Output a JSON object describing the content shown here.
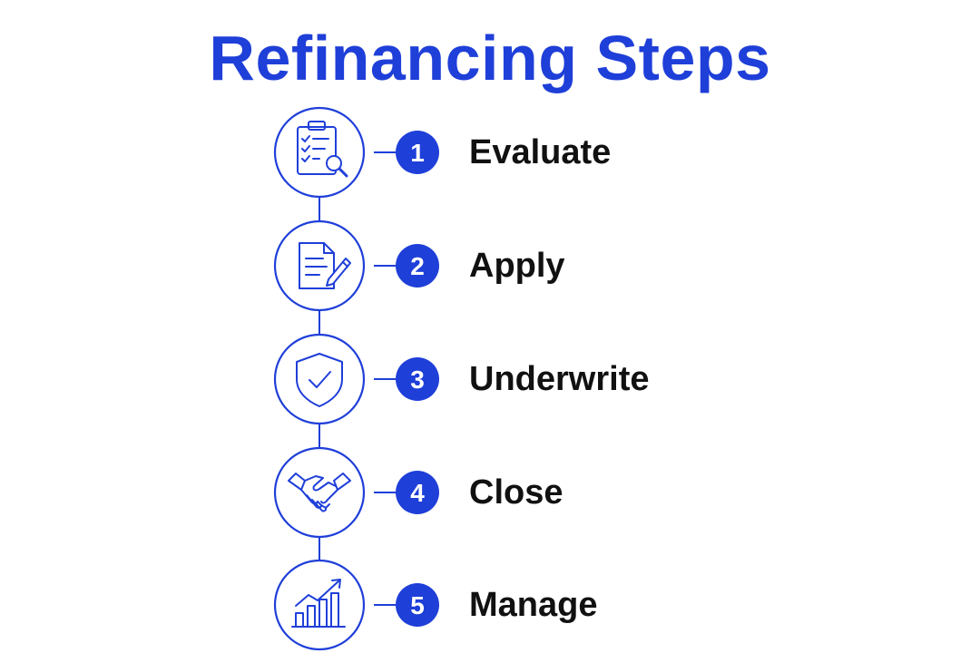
{
  "title": "Refinancing Steps",
  "colors": {
    "accent": "#1F3FD9",
    "text": "#111111",
    "background": "#FFFFFF"
  },
  "steps": [
    {
      "number": "1",
      "label": "Evaluate",
      "icon": "clipboard-checklist-magnifier-icon"
    },
    {
      "number": "2",
      "label": "Apply",
      "icon": "document-pen-icon"
    },
    {
      "number": "3",
      "label": "Underwrite",
      "icon": "shield-check-icon"
    },
    {
      "number": "4",
      "label": "Close",
      "icon": "handshake-icon"
    },
    {
      "number": "5",
      "label": "Manage",
      "icon": "growth-bar-chart-icon"
    }
  ]
}
